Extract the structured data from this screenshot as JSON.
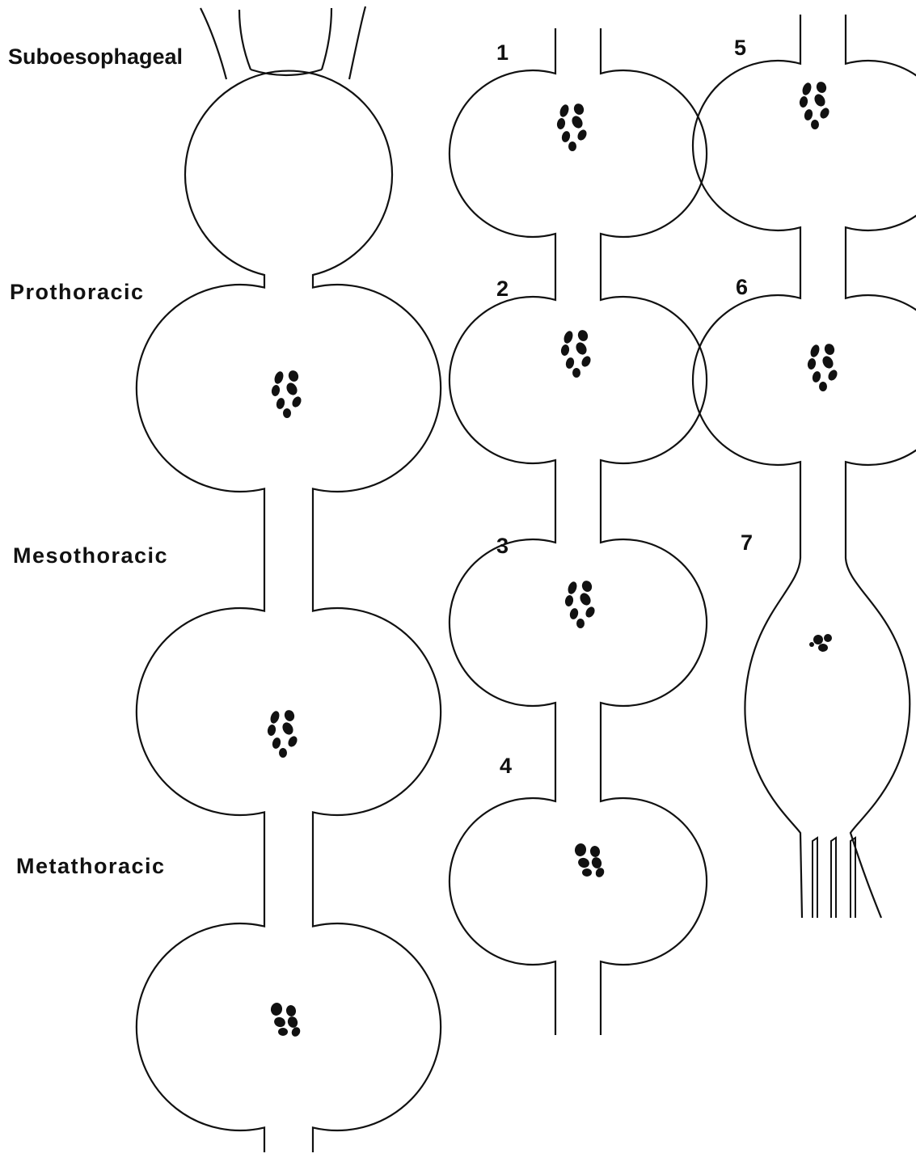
{
  "labels": {
    "suboesophageal": "Suboesophageal",
    "prothoracic": "Prothoracic",
    "mesothoracic": "Mesothoracic",
    "metathoracic": "Metathoracic"
  },
  "abdominal_numbers": [
    "1",
    "2",
    "3",
    "4",
    "5",
    "6",
    "7"
  ],
  "colors": {
    "ink": "#111111",
    "background": "#ffffff"
  }
}
